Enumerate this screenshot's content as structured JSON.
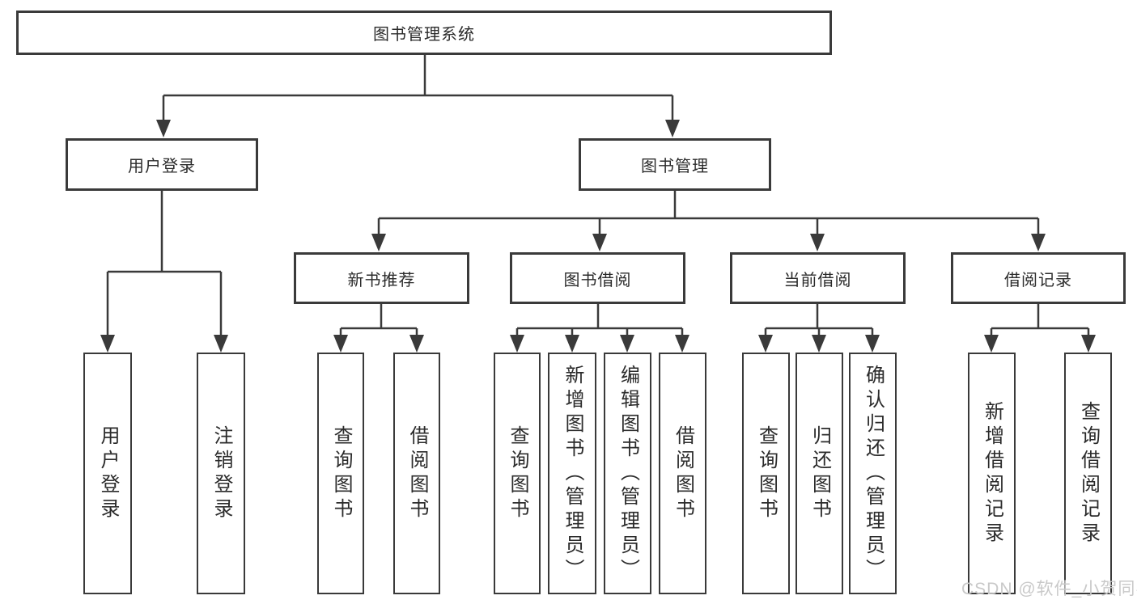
{
  "diagram": {
    "type": "hierarchy",
    "colors": {
      "background": "#ffffff",
      "box_border": "#3a3a3a",
      "connector_line": "#3a3a3a",
      "text": "#2b2b2b",
      "watermark_text": "#c9c9c9"
    }
  },
  "tree": {
    "label": "图书管理系统",
    "children": [
      {
        "label": "用户登录",
        "children": [
          {
            "label": "用户登录"
          },
          {
            "label": "注销登录"
          }
        ]
      },
      {
        "label": "图书管理",
        "children": [
          {
            "label": "新书推荐",
            "children": [
              {
                "label": "查询图书"
              },
              {
                "label": "借阅图书"
              }
            ]
          },
          {
            "label": "图书借阅",
            "children": [
              {
                "label": "查询图书"
              },
              {
                "label": "新增图书（管理员）"
              },
              {
                "label": "编辑图书（管理员）"
              },
              {
                "label": "借阅图书"
              }
            ]
          },
          {
            "label": "当前借阅",
            "children": [
              {
                "label": "查询图书"
              },
              {
                "label": "归还图书"
              },
              {
                "label": "确认归还（管理员）"
              }
            ]
          },
          {
            "label": "借阅记录",
            "children": [
              {
                "label": "新增借阅记录"
              },
              {
                "label": "查询借阅记录"
              }
            ]
          }
        ]
      }
    ]
  },
  "watermark": {
    "text": "CSDN @软件_小贺同学"
  }
}
